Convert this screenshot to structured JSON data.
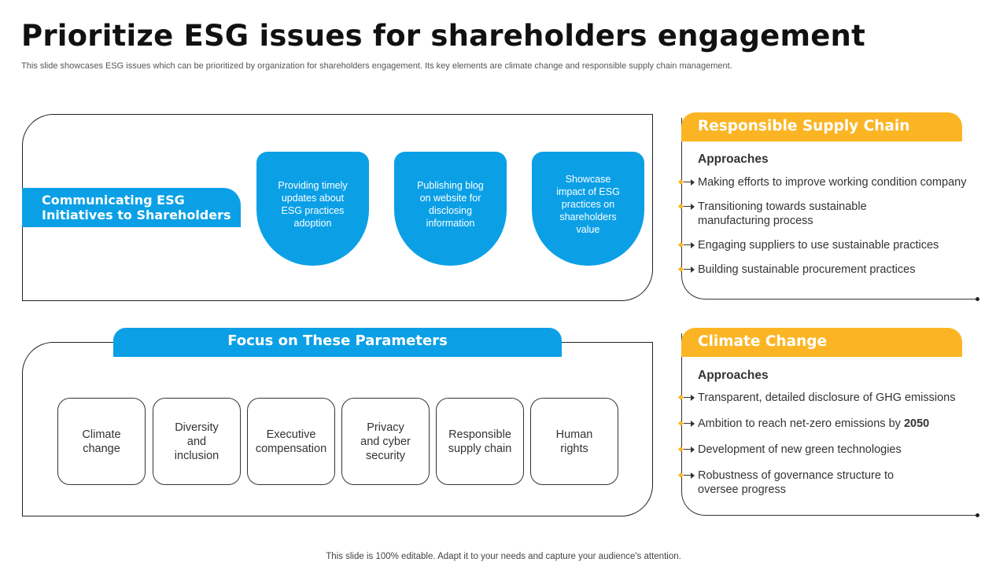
{
  "title": "Prioritize ESG issues for shareholders engagement",
  "subtitle": "This slide showcases ESG issues which can be prioritized by organization for shareholders engagement. Its key elements are climate change and responsible supply chain management.",
  "communicating": {
    "label_line1": "Communicating ESG",
    "label_line2": "Initiatives to Shareholders",
    "drops": [
      [
        "Providing timely",
        "updates about",
        "ESG practices",
        "adoption"
      ],
      [
        "Publishing blog",
        "on website for",
        "disclosing",
        "information"
      ],
      [
        "Showcase",
        "impact of ESG",
        "practices on",
        "shareholders",
        "value"
      ]
    ]
  },
  "focus": {
    "banner": "Focus on These Parameters",
    "parameters": [
      [
        "Climate",
        "change"
      ],
      [
        "Diversity",
        "and",
        "inclusion"
      ],
      [
        "Executive",
        "compensation"
      ],
      [
        "Privacy",
        "and cyber",
        "security"
      ],
      [
        "Responsible",
        "supply chain"
      ],
      [
        "Human",
        "rights"
      ]
    ]
  },
  "supply_chain": {
    "header": "Responsible Supply Chain",
    "approaches_label": "Approaches",
    "items": [
      "Making efforts to improve working condition company",
      "Transitioning towards sustainable manufacturing process",
      "Engaging suppliers to use sustainable practices",
      "Building sustainable procurement practices"
    ]
  },
  "climate": {
    "header": "Climate Change",
    "approaches_label": "Approaches",
    "items": [
      "Transparent, detailed disclosure of GHG emissions",
      "Ambition to reach net-zero emissions by",
      "Development of new green technologies",
      "Robustness of governance structure to oversee progress"
    ],
    "year": "2050"
  },
  "footer": "This slide is 100% editable. Adapt it to your needs and capture your audience's attention.",
  "colors": {
    "blue": "#0ba0e6",
    "yellow": "#fbb524",
    "text": "#333333"
  }
}
